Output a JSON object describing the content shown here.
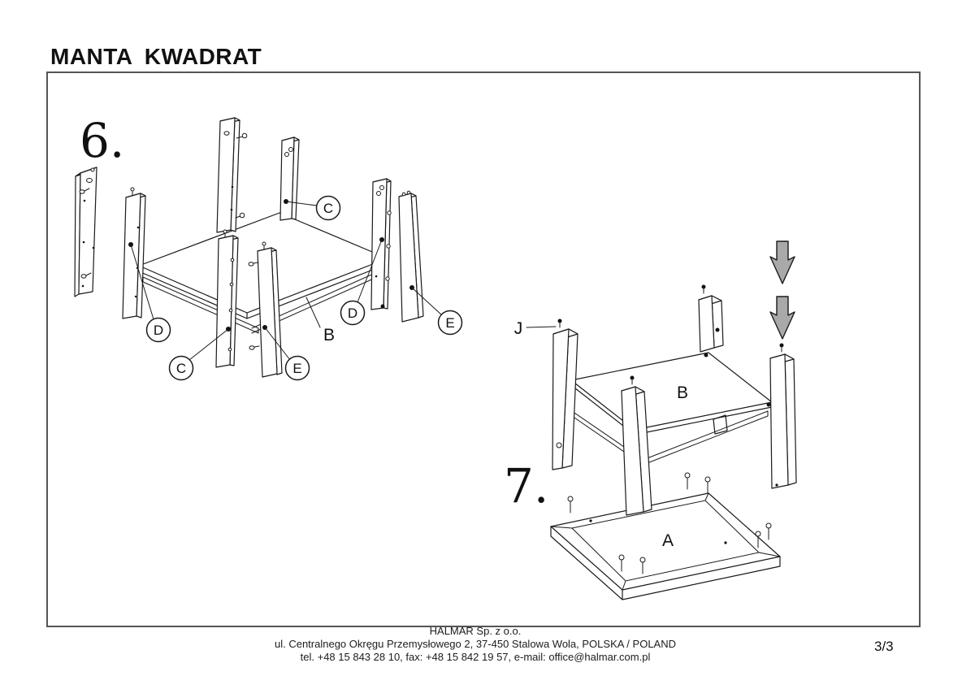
{
  "title": "MANTA KWADRAT",
  "page_indicator": "3/3",
  "step6": {
    "number": "6.",
    "labels": {
      "c_top": "C",
      "d_left": "D",
      "c_bottom": "C",
      "e_bottom": "E",
      "d_right": "D",
      "e_right": "E",
      "shelf": "B"
    }
  },
  "step7": {
    "number": "7.",
    "labels": {
      "screw": "J",
      "shelf": "B",
      "tabletop": "A"
    }
  },
  "footer": {
    "line1": "HALMAR Sp. z o.o.",
    "line2": "ul. Centralnego Okręgu Przemysłowego 2, 37-450 Stalowa Wola, POLSKA / POLAND",
    "line3": "tel. +48 15 843 28 10, fax: +48 15 842 19 57, e-mail: office@halmar.com.pl"
  },
  "colors": {
    "line": "#1a1a1a",
    "arrow_fill": "#a9a9a9",
    "frame_border": "#555555"
  }
}
